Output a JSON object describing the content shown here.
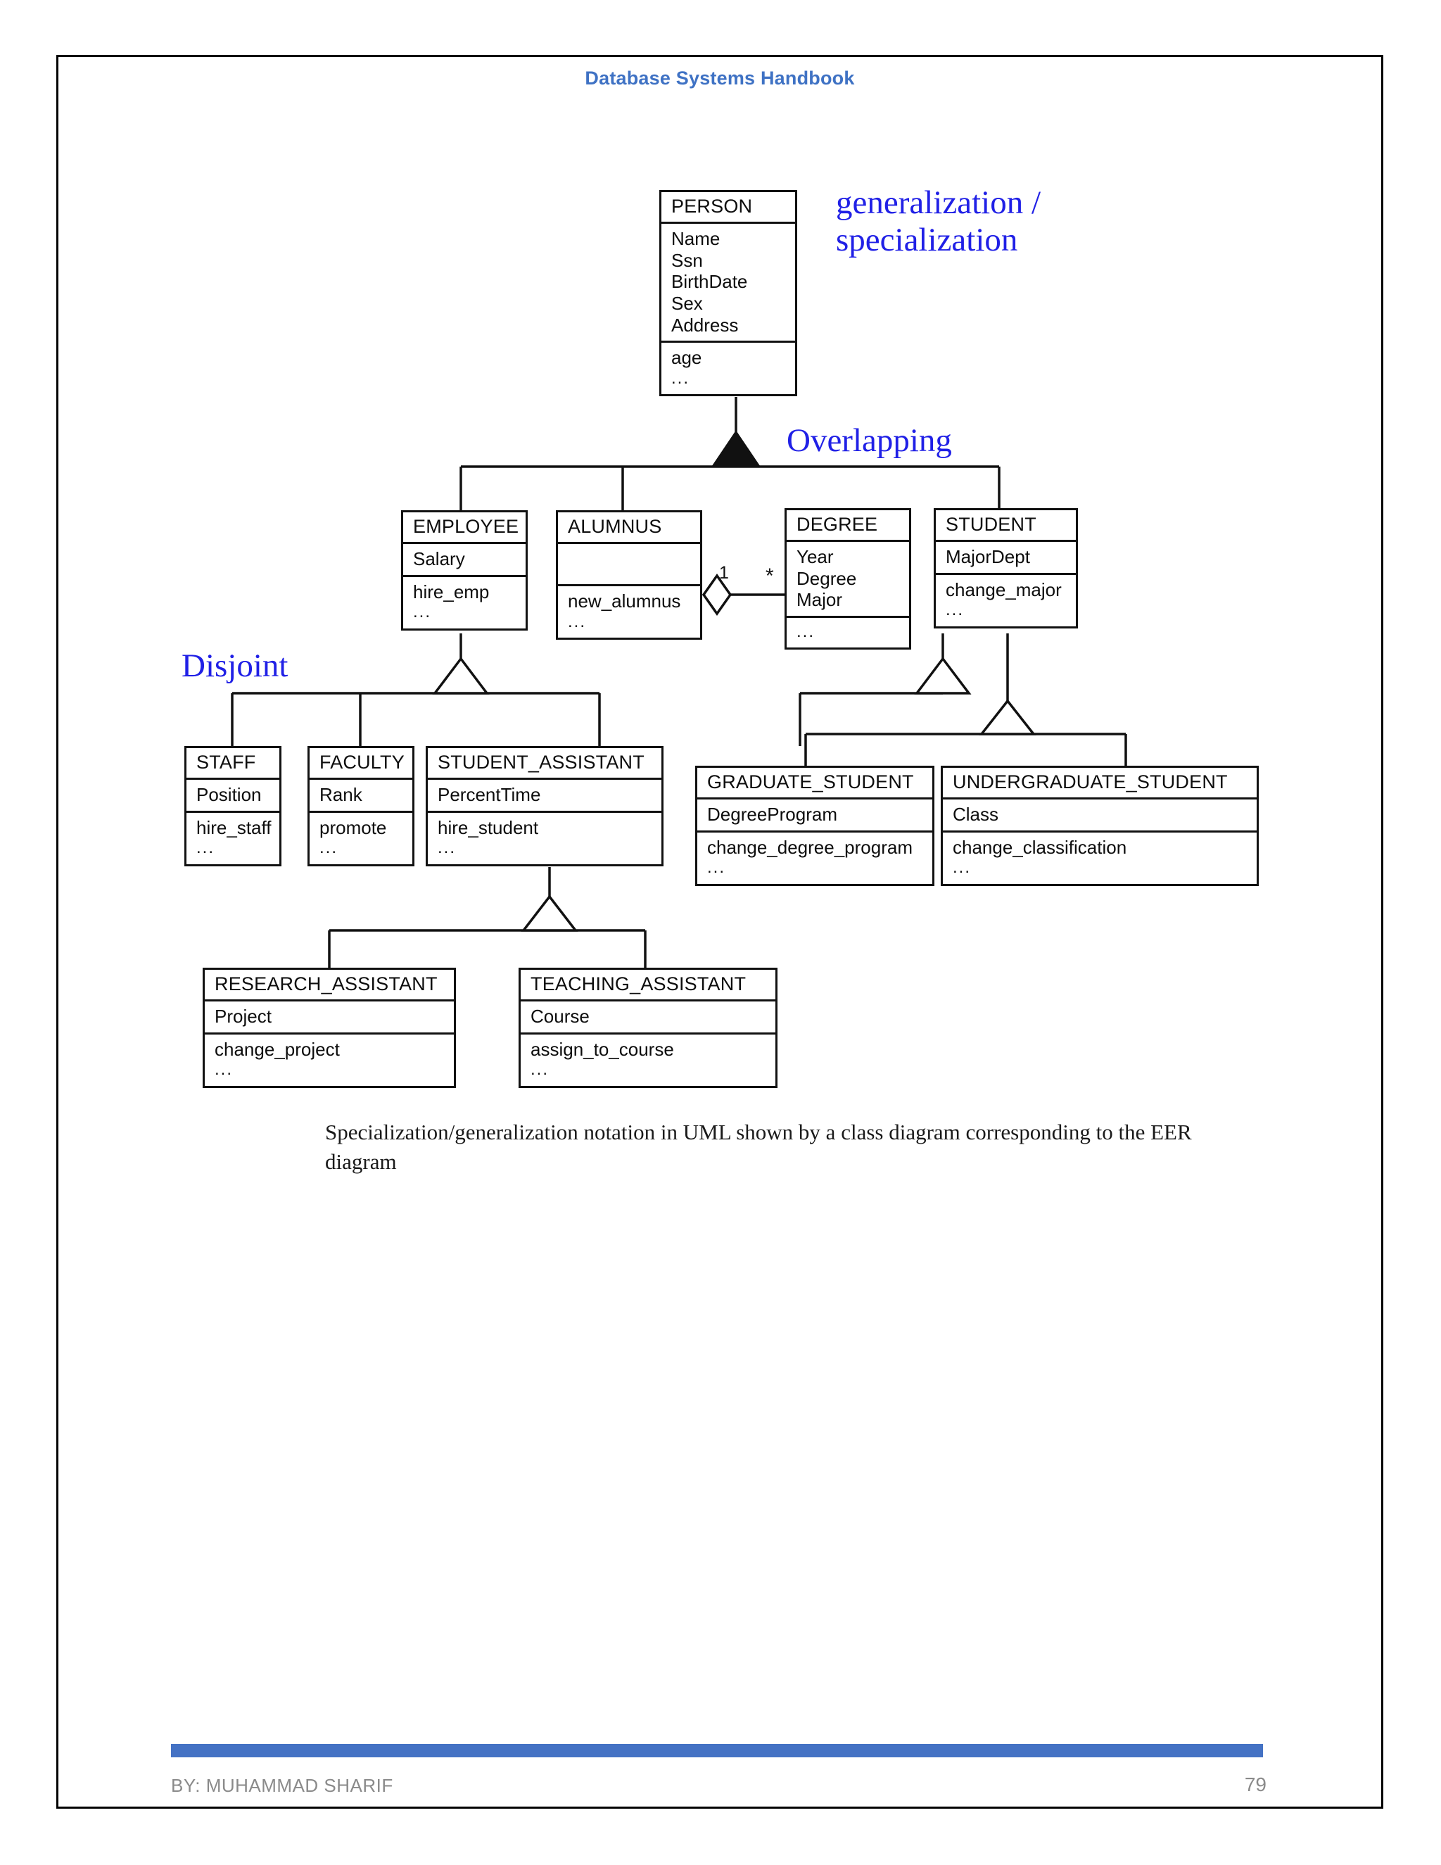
{
  "header": {
    "title": "Database Systems Handbook"
  },
  "annotations": {
    "gen_spec": "generalization /\nspecialization",
    "overlapping": "Overlapping",
    "disjoint": "Disjoint"
  },
  "multiplicity": {
    "one": "1",
    "many": "*"
  },
  "caption": "Specialization/generalization notation in UML shown by a class diagram corresponding to the EER diagram",
  "footer": {
    "author": "BY: MUHAMMAD SHARIF",
    "page": "79"
  },
  "colors": {
    "header_blue": "#3f72c4",
    "annotation_blue": "#2020e6",
    "footer_bar_blue": "#4472c4",
    "footer_text_gray": "#8a8a8a",
    "diagram_line": "#111111"
  },
  "chart_data": {
    "type": "diagram",
    "diagram_kind": "uml-class-diagram",
    "title": "Specialization/generalization notation in UML",
    "classes": [
      {
        "id": "person",
        "name": "PERSON",
        "attributes": [
          "Name",
          "Ssn",
          "BirthDate",
          "Sex",
          "Address"
        ],
        "operations": [
          "age",
          "..."
        ]
      },
      {
        "id": "employee",
        "name": "EMPLOYEE",
        "attributes": [
          "Salary"
        ],
        "operations": [
          "hire_emp",
          "..."
        ]
      },
      {
        "id": "alumnus",
        "name": "ALUMNUS",
        "attributes": [],
        "operations": [
          "new_alumnus",
          "..."
        ]
      },
      {
        "id": "degree",
        "name": "DEGREE",
        "attributes": [
          "Year",
          "Degree",
          "Major"
        ],
        "operations": [
          "..."
        ]
      },
      {
        "id": "student",
        "name": "STUDENT",
        "attributes": [
          "MajorDept"
        ],
        "operations": [
          "change_major",
          "..."
        ]
      },
      {
        "id": "staff",
        "name": "STAFF",
        "attributes": [
          "Position"
        ],
        "operations": [
          "hire_staff",
          "..."
        ]
      },
      {
        "id": "faculty",
        "name": "FACULTY",
        "attributes": [
          "Rank"
        ],
        "operations": [
          "promote",
          "..."
        ]
      },
      {
        "id": "student_assistant",
        "name": "STUDENT_ASSISTANT",
        "attributes": [
          "PercentTime"
        ],
        "operations": [
          "hire_student",
          "..."
        ]
      },
      {
        "id": "graduate_student",
        "name": "GRADUATE_STUDENT",
        "attributes": [
          "DegreeProgram"
        ],
        "operations": [
          "change_degree_program",
          "..."
        ]
      },
      {
        "id": "undergraduate_student",
        "name": "UNDERGRADUATE_STUDENT",
        "attributes": [
          "Class"
        ],
        "operations": [
          "change_classification",
          "..."
        ]
      },
      {
        "id": "research_assistant",
        "name": "RESEARCH_ASSISTANT",
        "attributes": [
          "Project"
        ],
        "operations": [
          "change_project",
          "..."
        ]
      },
      {
        "id": "teaching_assistant",
        "name": "TEACHING_ASSISTANT",
        "attributes": [
          "Course"
        ],
        "operations": [
          "assign_to_course",
          "..."
        ]
      }
    ],
    "generalizations": [
      {
        "superclass": "PERSON",
        "subclasses": [
          "EMPLOYEE",
          "ALUMNUS",
          "STUDENT"
        ],
        "constraint": "overlapping",
        "marker": "filled-triangle"
      },
      {
        "superclass": "EMPLOYEE",
        "subclasses": [
          "STAFF",
          "FACULTY",
          "STUDENT_ASSISTANT"
        ],
        "constraint": "disjoint",
        "marker": "hollow-triangle"
      },
      {
        "superclass": "STUDENT",
        "subclasses": [
          "STUDENT_ASSISTANT"
        ],
        "constraint": "disjoint",
        "marker": "hollow-triangle"
      },
      {
        "superclass": "STUDENT",
        "subclasses": [
          "GRADUATE_STUDENT",
          "UNDERGRADUATE_STUDENT"
        ],
        "constraint": "disjoint",
        "marker": "hollow-triangle"
      },
      {
        "superclass": "STUDENT_ASSISTANT",
        "subclasses": [
          "RESEARCH_ASSISTANT",
          "TEACHING_ASSISTANT"
        ],
        "constraint": "disjoint",
        "marker": "hollow-triangle"
      }
    ],
    "associations": [
      {
        "kind": "aggregation",
        "from": "ALUMNUS",
        "to": "DEGREE",
        "from_multiplicity": "1",
        "to_multiplicity": "*",
        "marker": "hollow-diamond"
      }
    ]
  }
}
